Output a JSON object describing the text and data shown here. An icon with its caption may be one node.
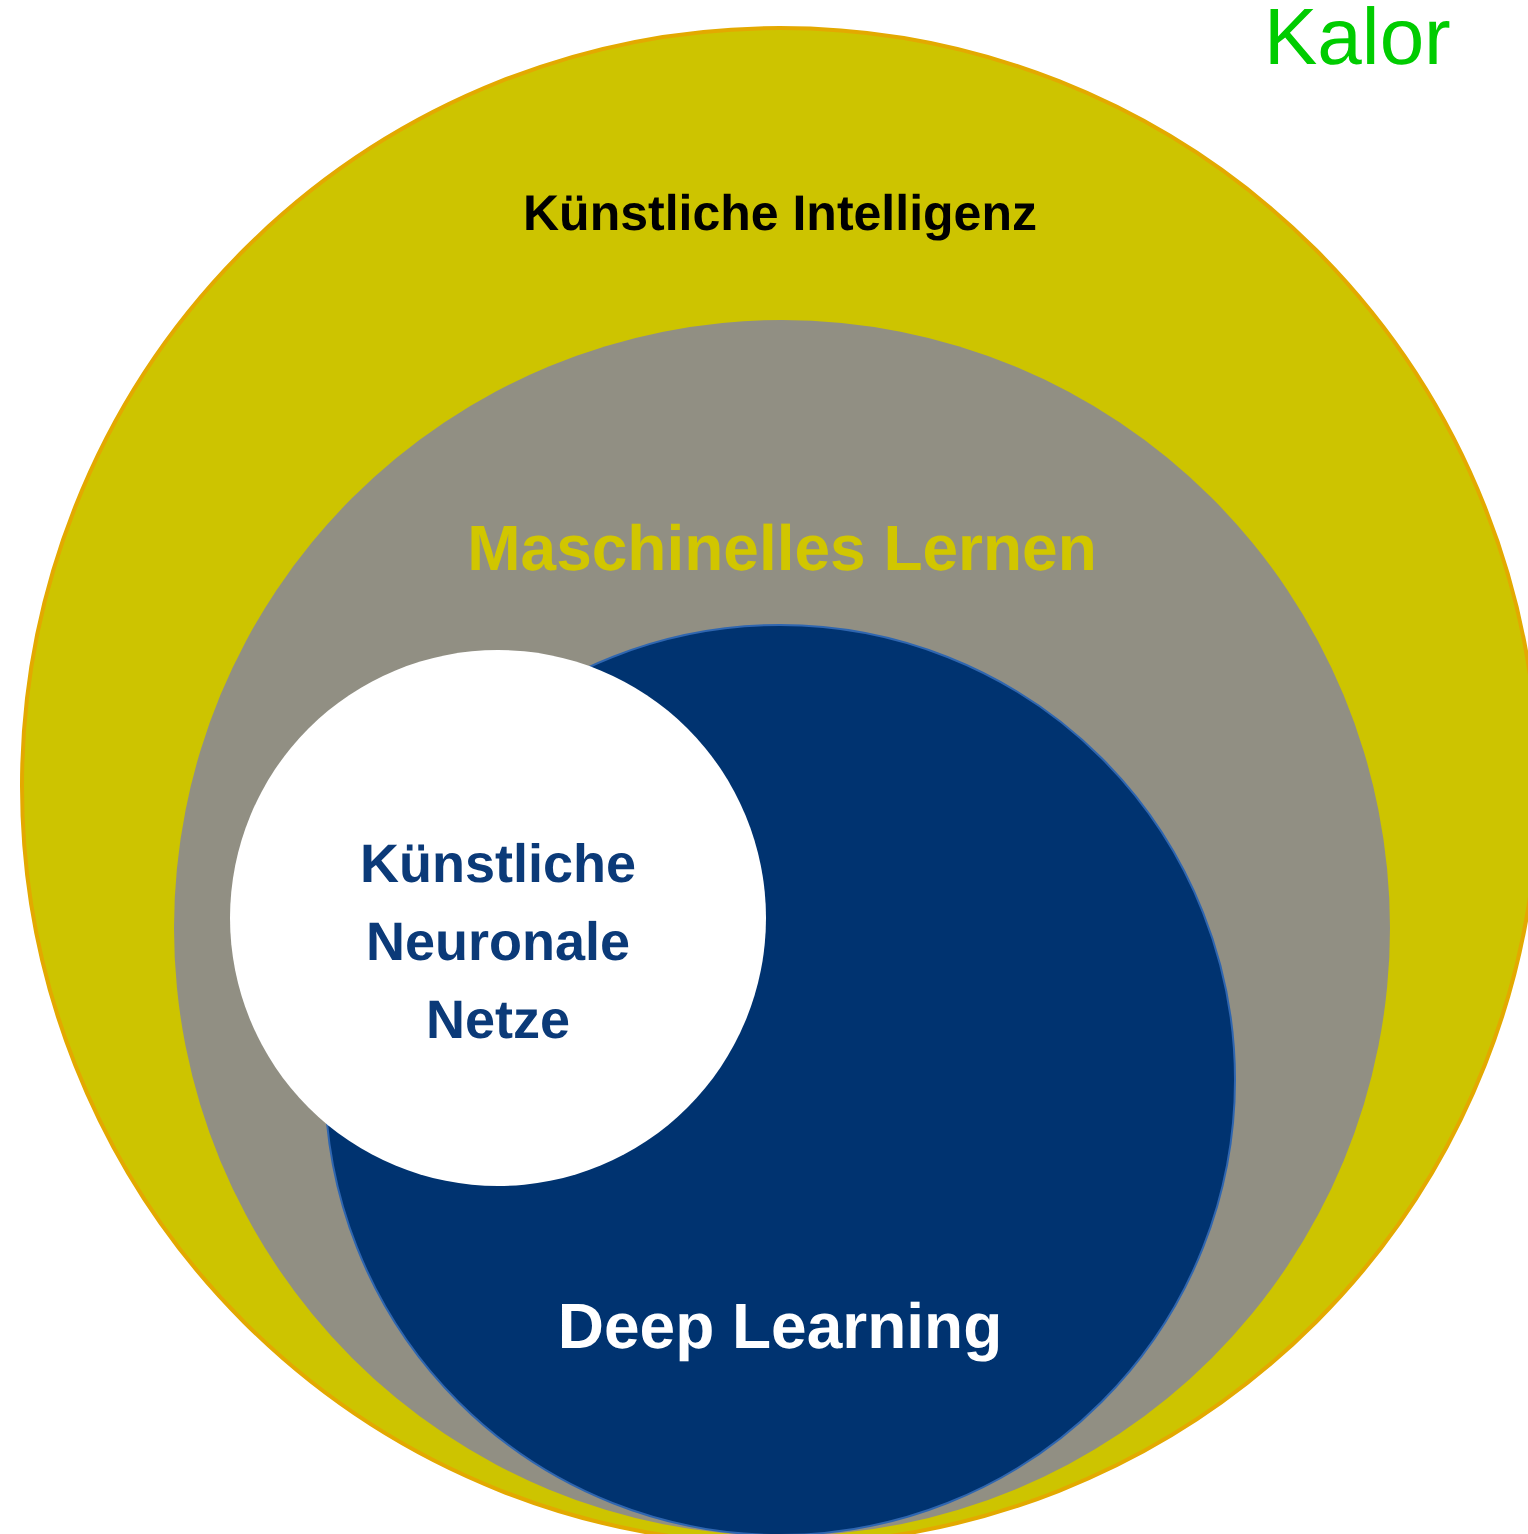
{
  "diagram": {
    "nodes": [
      {
        "text": [
          "Künstliche Intelligenz"
        ]
      },
      {
        "text": [
          "Maschinelles Lernen"
        ],
        "in": 0
      },
      {
        "text": [
          "Künstliche Neuronale Netze"
        ],
        "in": 1
      },
      {
        "text": [
          "Deep Learning"
        ],
        "in": 1
      }
    ],
    "labels": [
      "Kalor"
    ]
  }
}
